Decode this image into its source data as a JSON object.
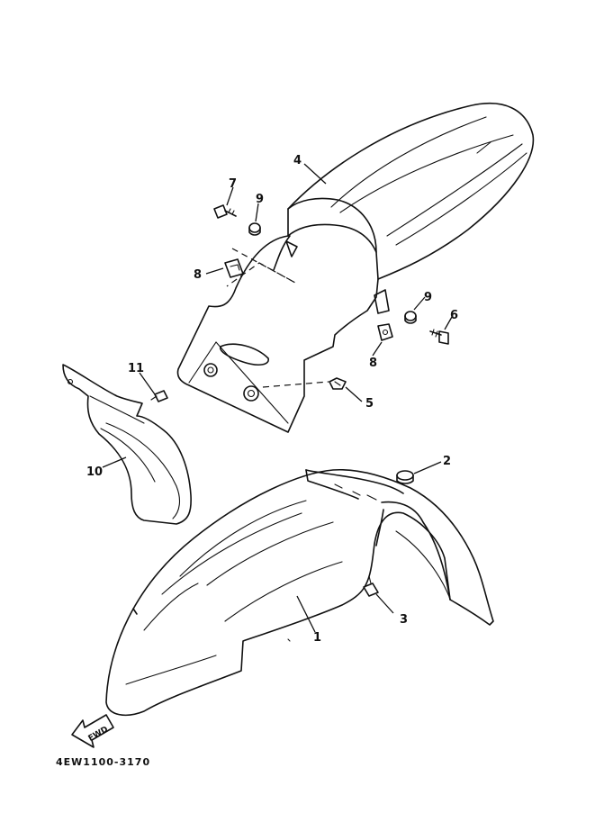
{
  "diagram": {
    "parts": [
      {
        "number": "1",
        "callout": "1"
      },
      {
        "number": "2",
        "callout": "2"
      },
      {
        "number": "3",
        "callout": "3"
      },
      {
        "number": "4",
        "callout": "4"
      },
      {
        "number": "5",
        "callout": "5"
      },
      {
        "number": "6",
        "callout": "6"
      },
      {
        "number": "7",
        "callout": "7"
      },
      {
        "number": "8",
        "callout": "8"
      },
      {
        "number": "9",
        "callout": "9"
      },
      {
        "number": "10",
        "callout": "10"
      },
      {
        "number": "11",
        "callout": "11"
      }
    ],
    "fwd_label": "FWD",
    "drawing_code": "4EW1100-3170"
  },
  "colors": {
    "line": "#111111",
    "background": "#ffffff"
  }
}
